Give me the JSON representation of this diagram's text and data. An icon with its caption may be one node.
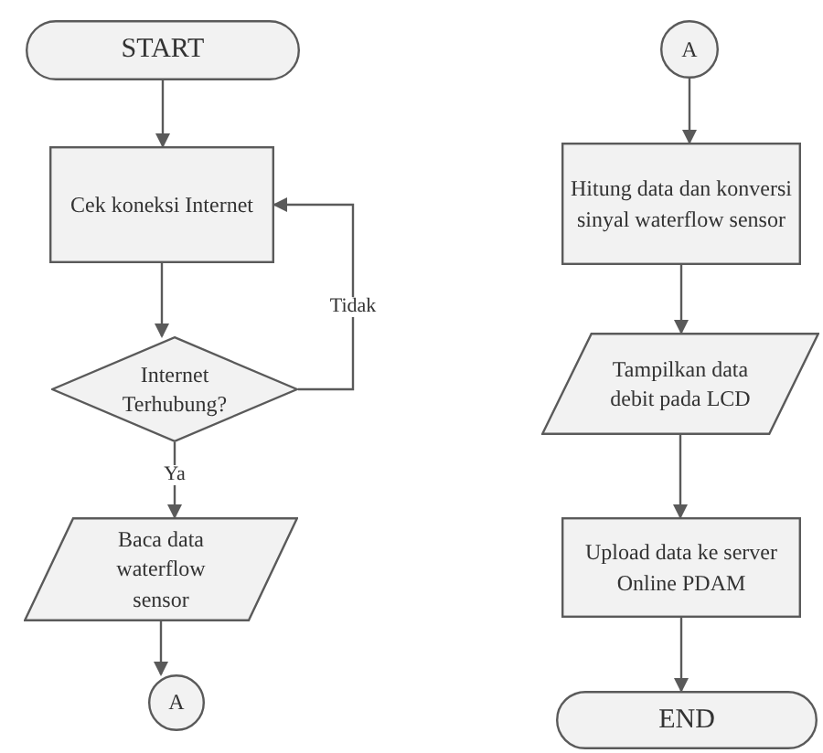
{
  "diagram": {
    "nodes": [
      {
        "text": [
          "START"
        ]
      },
      {
        "text": [
          "Cek koneksi Internet"
        ]
      },
      {
        "text": [
          "Internet Terhubung?"
        ]
      },
      {
        "text": [
          "Baca data waterflow sensor"
        ]
      },
      {
        "text": [
          "A"
        ]
      },
      {
        "text": [
          "A"
        ]
      },
      {
        "text": [
          "Hitung data dan konversi sinyal waterflow sensor"
        ]
      },
      {
        "text": [
          "Tampilkan data debit pada LCD"
        ]
      },
      {
        "text": [
          "Upload data ke server Online PDAM"
        ]
      },
      {
        "text": [
          "END"
        ]
      }
    ],
    "edges": [
      {
        "from": 0,
        "to": 1,
        "arrow": "to"
      },
      {
        "from": 1,
        "to": 2,
        "arrow": "to"
      },
      {
        "from": 2,
        "to": 1,
        "arrow": "to",
        "label": "Tidak"
      },
      {
        "from": 2,
        "to": 3,
        "arrow": "to",
        "label": "Ya"
      },
      {
        "from": 3,
        "to": 4,
        "arrow": "to"
      },
      {
        "from": 5,
        "to": 6,
        "arrow": "to"
      },
      {
        "from": 6,
        "to": 7,
        "arrow": "to"
      },
      {
        "from": 7,
        "to": 8,
        "arrow": "to"
      },
      {
        "from": 8,
        "to": 9,
        "arrow": "to"
      }
    ]
  }
}
